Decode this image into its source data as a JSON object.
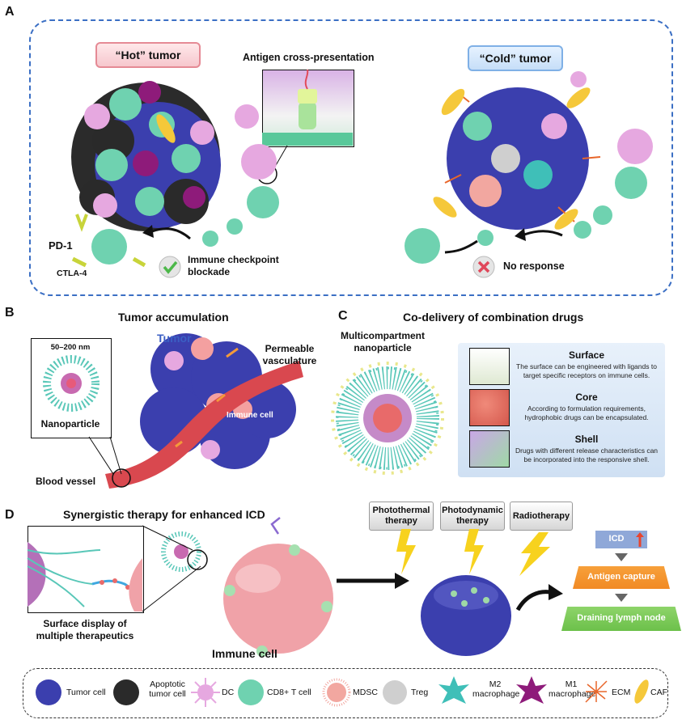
{
  "panel_a": {
    "letter": "A",
    "hot_label": "“Hot” tumor",
    "cold_label": "“Cold” tumor",
    "antigen_label": "Antigen cross-presentation",
    "pd1": "PD-1",
    "ctla4": "CTLA-4",
    "checkpoint": "Immune checkpoint blockade",
    "no_response": "No response"
  },
  "panel_b": {
    "letter": "B",
    "title": "Tumor accumulation",
    "size": "50–200 nm",
    "nanoparticle": "Nanoparticle",
    "tumor": "Tumor",
    "permeable": "Permeable vasculature",
    "immune_cell": "Immune cell",
    "blood_vessel": "Blood vessel"
  },
  "panel_c": {
    "letter": "C",
    "title": "Co-delivery of combination drugs",
    "np_label": "Multicompartment nanoparticle",
    "items": [
      {
        "title": "Surface",
        "text": "The surface can be engineered with ligands to target specific receptors on immune cells."
      },
      {
        "title": "Core",
        "text": "According to formulation requirements, hydrophobic drugs can be encapsulated."
      },
      {
        "title": "Shell",
        "text": "Drugs with different release characteristics can be incorporated into the responsive shell."
      }
    ]
  },
  "panel_d": {
    "letter": "D",
    "title": "Synergistic therapy for enhanced ICD",
    "surface_display": "Surface display of multiple therapeutics",
    "immune_cell": "Immune cell",
    "therapies": [
      "Photothermal therapy",
      "Photodynamic therapy",
      "Radiotherapy"
    ],
    "steps": [
      "ICD",
      "Antigen capture",
      "Draining lymph node"
    ]
  },
  "legend": [
    {
      "label": "Tumor cell",
      "icon": "tumor-cell-icon"
    },
    {
      "label": "Apoptotic tumor cell",
      "icon": "apoptotic-cell-icon"
    },
    {
      "label": "DC",
      "icon": "dc-icon"
    },
    {
      "label": "CD8+ T cell",
      "icon": "t-cell-icon"
    },
    {
      "label": "MDSC",
      "icon": "mdsc-icon"
    },
    {
      "label": "Treg",
      "icon": "treg-icon"
    },
    {
      "label": "M2 macrophage",
      "icon": "m2-icon"
    },
    {
      "label": "M1 macrophage",
      "icon": "m1-icon"
    },
    {
      "label": "ECM",
      "icon": "ecm-icon"
    },
    {
      "label": "CAF",
      "icon": "caf-icon"
    }
  ],
  "colors": {
    "tumor": "#3b3fae",
    "apoptotic": "#2a2a2a",
    "dc": "#e6a8e0",
    "tcell": "#6fd2b0",
    "mdsc": "#f2a7a0",
    "treg": "#cfcfcf",
    "m2": "#3fbfb8",
    "m1": "#8e1b7a",
    "ecm": "#e8662a",
    "caf": "#f5c83a",
    "vessel": "#d9484f",
    "box_border": "#3b6fc4"
  }
}
